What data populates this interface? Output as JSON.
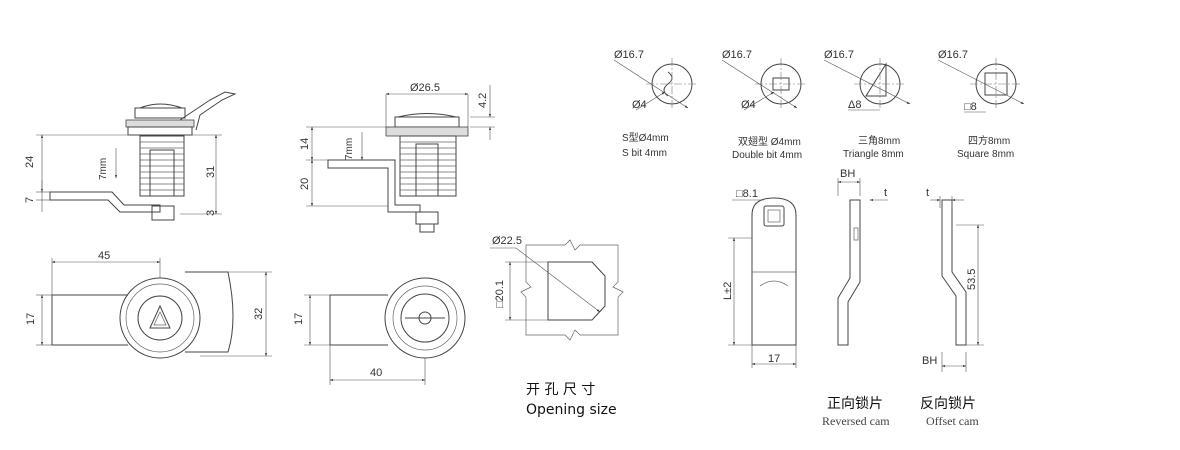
{
  "side_view_1": {
    "d_24": "24",
    "d_7": "7",
    "d_31": "31",
    "d_3": "3",
    "d_7mm": "7mm"
  },
  "side_view_2": {
    "d_26_5": "Ø26.5",
    "d_4_2": "4.2",
    "d_14": "14",
    "d_20": "20",
    "d_7mm": "7mm"
  },
  "front_view_1": {
    "d_45": "45",
    "d_17": "17",
    "d_32": "32"
  },
  "front_view_2": {
    "d_17": "17",
    "d_40": "40"
  },
  "opening": {
    "d_22_5": "Ø22.5",
    "d_20_1": "□20.1",
    "label_cn": "开 孔 尺 寸",
    "label_en": "Opening size"
  },
  "bits": [
    {
      "dia": "Ø16.7",
      "inner": "Ø4",
      "cn": "S型Ø4mm",
      "en": "S bit 4mm"
    },
    {
      "dia": "Ø16.7",
      "inner": "Ø4",
      "cn": "双翅型 Ø4mm",
      "en": "Double bit 4mm"
    },
    {
      "dia": "Ø16.7",
      "inner": "Δ8",
      "cn": "三角8mm",
      "en": "Triangle 8mm"
    },
    {
      "dia": "Ø16.7",
      "inner": "□8",
      "cn": "四方8mm",
      "en": "Square 8mm"
    }
  ],
  "cam": {
    "d_8_1": "□8.1",
    "d_L": "L±2",
    "d_17": "17"
  },
  "reversed_cam": {
    "bh": "BH",
    "t": "t",
    "cn": "正向锁片",
    "en": "Reversed cam"
  },
  "offset_cam": {
    "bh": "BH",
    "t": "t",
    "d_53_5": "53.5",
    "cn": "反向锁片",
    "en": "Offset cam"
  }
}
